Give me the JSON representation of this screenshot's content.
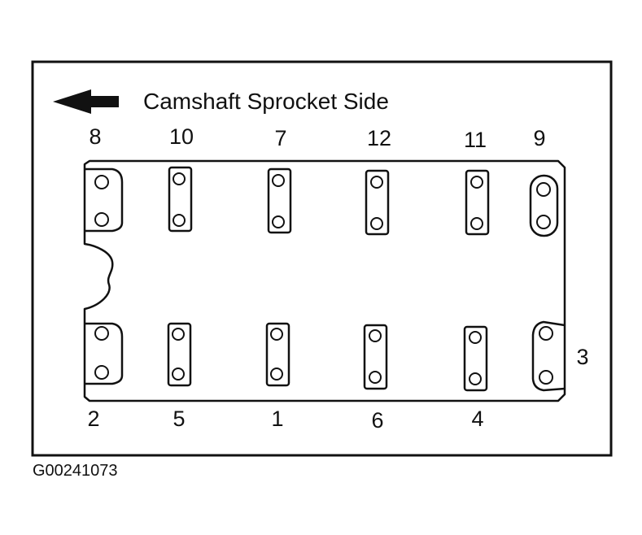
{
  "header": {
    "title": "Camshaft Sprocket Side",
    "arrow_icon": "arrow-left-icon"
  },
  "sequence_top": [
    "8",
    "10",
    "7",
    "12",
    "11",
    "9"
  ],
  "sequence_bottom": [
    "2",
    "5",
    "1",
    "6",
    "4"
  ],
  "sequence_right": "3",
  "figure_id": "G00241073"
}
